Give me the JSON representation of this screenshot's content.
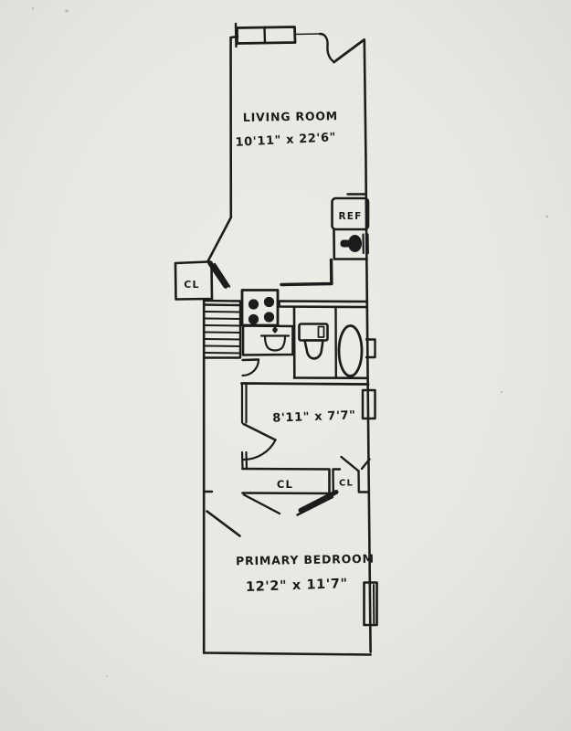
{
  "document_type": "hand-drawn apartment floor plan sketch on paper",
  "colors": {
    "paper": "#e9e7e2",
    "paper_edge": "#dcdad4",
    "ink": "#1c1c1c"
  },
  "rooms": {
    "living": {
      "label": "Living Room",
      "dims": "10'11\" x 22'6\""
    },
    "mid": {
      "dims": "8'11\" x 7'7\""
    },
    "bedroom": {
      "label": "Primary Bedroom",
      "dims": "12'2\" x 11'7\""
    }
  },
  "appliances": {
    "refrigerator": "REF"
  },
  "closets": {
    "left": "CL",
    "main": "CL",
    "small": "CL"
  },
  "fixtures": [
    "window-icon",
    "door-swing-icon",
    "entry-knob-icon",
    "refrigerator-box",
    "stove-icon",
    "kitchen-sink-icon",
    "toilet-icon",
    "bathtub-icon",
    "staircase-icon",
    "closet-door-icon"
  ]
}
